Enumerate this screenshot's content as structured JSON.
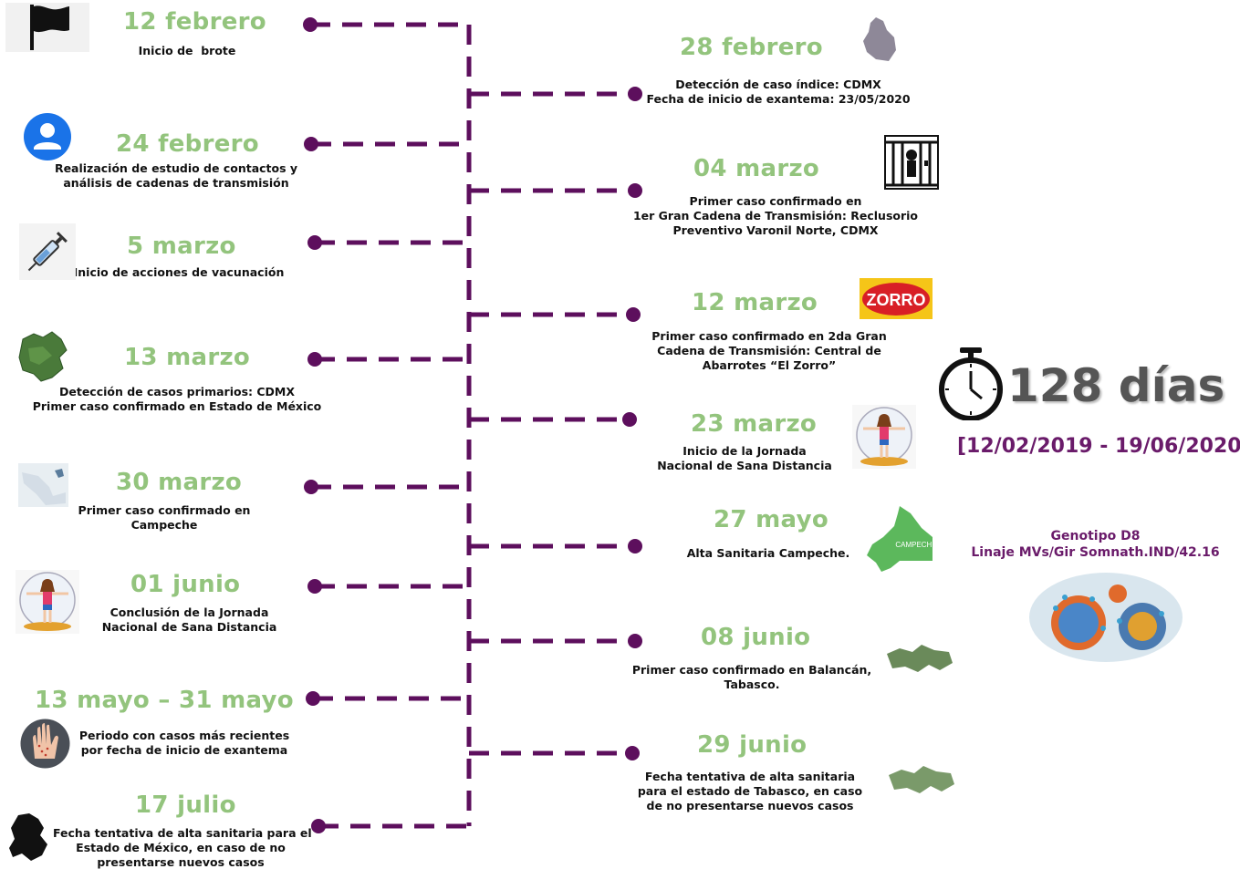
{
  "colors": {
    "date": "#93c47d",
    "timeline": "#5d0f5d",
    "range": "#6a1b6a",
    "days": "#555555"
  },
  "left_events": [
    {
      "date": "12 febrero",
      "desc": "Inicio de  brote",
      "icon": "flag-icon"
    },
    {
      "date": "24 febrero",
      "desc": "Realización de estudio de contactos y\nanálisis de cadenas de transmisión",
      "icon": "user-icon"
    },
    {
      "date": "5 marzo",
      "desc": "Inicio de acciones de vacunación",
      "icon": "syringe-icon"
    },
    {
      "date": "13 marzo",
      "desc": "Detección de casos primarios: CDMX\nPrimer caso confirmado en Estado de México",
      "icon": "state-map-icon"
    },
    {
      "date": "30 marzo",
      "desc": "Primer caso confirmado en\nCampeche",
      "icon": "mexico-map-icon"
    },
    {
      "date": "01 junio",
      "desc": "Conclusión de la Jornada\nNacional de Sana Distancia",
      "icon": "sana-distancia-icon"
    },
    {
      "date": "13 mayo –  31 mayo",
      "desc": "Periodo con casos más recientes\npor fecha de inicio de exantema",
      "icon": "rash-hand-icon"
    },
    {
      "date": "17 julio",
      "desc": "Fecha tentativa de alta sanitaria para el\nEstado de México, en caso de no\npresentarse nuevos casos",
      "icon": "edomex-map-icon"
    }
  ],
  "right_events": [
    {
      "date": "28  febrero",
      "desc": "Detección de caso índice: CDMX\nFecha de inicio de exantema: 23/05/2020",
      "icon": "cdmx-map-icon"
    },
    {
      "date": "04 marzo",
      "desc": "Primer caso confirmado en\n1er Gran Cadena de Transmisión: Reclusorio\nPreventivo Varonil Norte, CDMX",
      "icon": "prison-icon"
    },
    {
      "date": "12 marzo",
      "desc": "Primer caso confirmado en 2da Gran\nCadena de Transmisión: Central de\nAbarrotes “El Zorro”",
      "icon": "zorro-logo-icon",
      "logo_text": "ZORRO"
    },
    {
      "date": "23 marzo",
      "desc": "Inicio de la Jornada\nNacional de Sana Distancia",
      "icon": "sana-distancia-icon"
    },
    {
      "date": "27 mayo",
      "desc": "Alta Sanitaria Campeche.",
      "icon": "campeche-map-icon",
      "map_label": "CAMPECHE"
    },
    {
      "date": "08 junio",
      "desc": "Primer caso confirmado en Balancán,\nTabasco.",
      "icon": "tabasco-map-icon"
    },
    {
      "date": "29 junio",
      "desc": "Fecha tentativa de alta sanitaria\npara el estado de Tabasco, en caso\nde no presentarse nuevos casos",
      "icon": "tabasco-map-icon"
    }
  ],
  "summary": {
    "days": "128 días",
    "range": "[12/02/2019 - 19/06/2020]",
    "icon": "stopwatch-icon",
    "genotype": "Genotipo D8\nLinaje MVs/Gir Somnath.IND/42.16",
    "virus_icon": "virus-icon"
  }
}
